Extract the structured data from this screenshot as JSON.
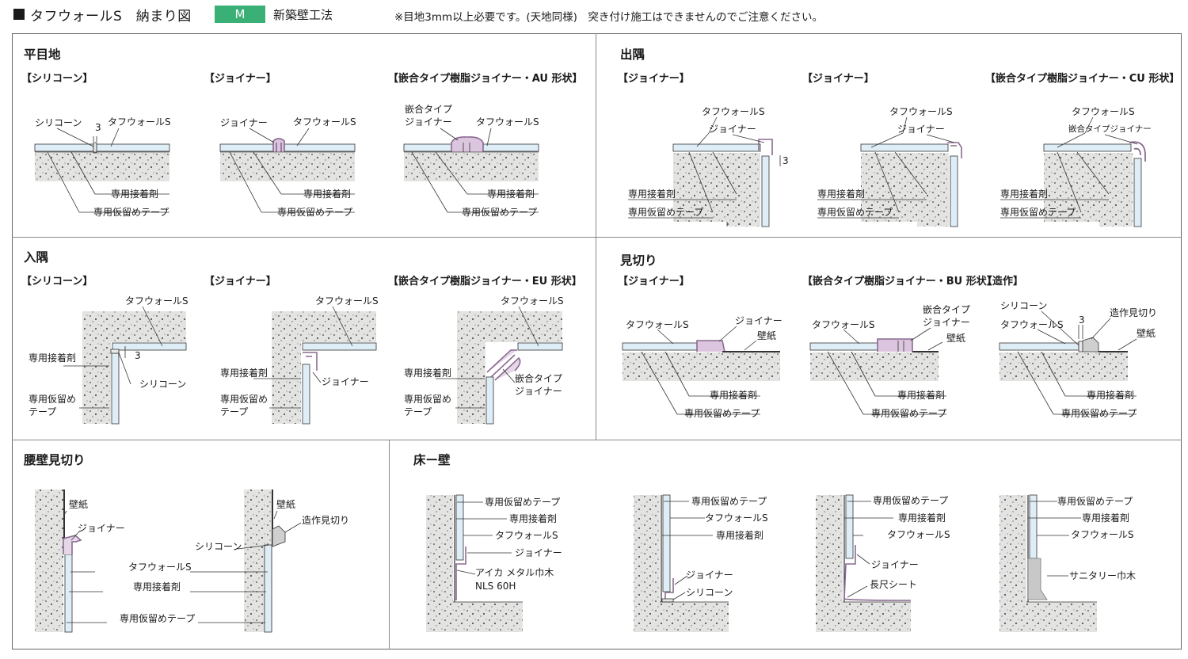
{
  "header": {
    "title": "タフウォールS　納まり図",
    "badge": "M",
    "method": "新築壁工法",
    "note": "※目地3mm以上必要です。(天地同様)　突き付け施工はできませんのでご注意ください。"
  },
  "colors": {
    "badge": "#3bb076",
    "panel": "#dfeef6",
    "concrete": "#e3e3e1",
    "joiner": "#b8a0c0"
  },
  "sections": {
    "hirameji": "平目地",
    "deszumi": "出隅",
    "irizumi": "入隅",
    "mikiri": "見切り",
    "koshikabe": "腰壁見切り",
    "yuka": "床ー壁"
  },
  "subs": {
    "silicone": "【シリコーン】",
    "joiner": "【ジョイナー】",
    "au": "【嵌合タイプ樹脂ジョイナー・AU 形状】",
    "cu": "【嵌合タイプ樹脂ジョイナー・CU 形状】",
    "eu": "【嵌合タイプ樹脂ジョイナー・EU 形状】",
    "bu": "【嵌合タイプ樹脂ジョイナー・BU 形状】",
    "zousaku": "【造作】"
  },
  "labels": {
    "silicone": "シリコーン",
    "toughwall": "タフウォールS",
    "joiner": "ジョイナー",
    "adhesive": "専用接着剤",
    "tape": "専用仮留めテープ",
    "tape_a": "専用仮留め",
    "tape_b": "テープ",
    "fit_a": "嵌合タイプ",
    "fit_b": "ジョイナー",
    "fit_joiner": "嵌合タイプジョイナー",
    "wallpaper": "壁紙",
    "zousaku_mikiri": "造作見切り",
    "aica_a": "アイカ メタル巾木",
    "aica_b": "NLS 60H",
    "long_sheet": "長尺シート",
    "sanitary": "サニタリー巾木",
    "gap": "3"
  }
}
